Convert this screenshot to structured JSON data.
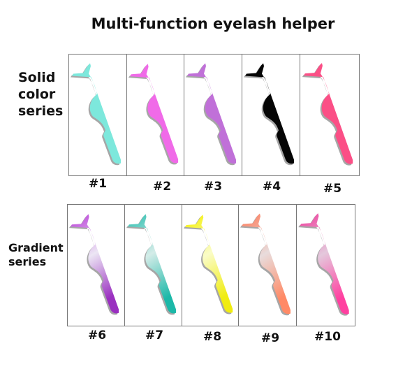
{
  "title": "Multi-function eyelash helper",
  "solid": {
    "label_line1": "Solid",
    "label_line2": "color",
    "label_line3": "series",
    "items": [
      {
        "label": "#1",
        "colors": [
          "#7de8dc",
          "#7de8dc"
        ]
      },
      {
        "label": "#2",
        "colors": [
          "#f06ae8",
          "#f06ae8"
        ]
      },
      {
        "label": "#3",
        "colors": [
          "#c070d8",
          "#c070d8"
        ]
      },
      {
        "label": "#4",
        "colors": [
          "#050505",
          "#050505"
        ]
      },
      {
        "label": "#5",
        "colors": [
          "#fb4f86",
          "#fb4f86"
        ]
      }
    ]
  },
  "gradient": {
    "label_line1": "Gradient",
    "label_line2": "series",
    "items": [
      {
        "label": "#6",
        "colors": [
          "#b83ad8",
          "#ece6f4",
          "#9a30c0"
        ]
      },
      {
        "label": "#7",
        "colors": [
          "#2cbfb0",
          "#d4ece8",
          "#1cb8a8"
        ]
      },
      {
        "label": "#8",
        "colors": [
          "#f4f000",
          "#fafcc8",
          "#f0ec10"
        ]
      },
      {
        "label": "#9",
        "colors": [
          "#ff7a58",
          "#e8dcdc",
          "#ff8a66"
        ]
      },
      {
        "label": "#10",
        "colors": [
          "#f03c9c",
          "#e4c8dc",
          "#ff40a0"
        ]
      }
    ]
  }
}
